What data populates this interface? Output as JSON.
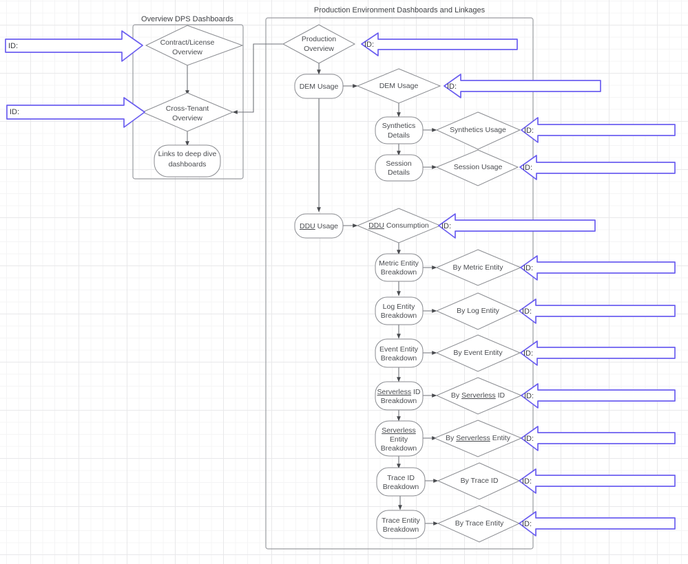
{
  "groups": [
    {
      "id": "overview",
      "title": "Overview DPS Dashboards"
    },
    {
      "id": "production",
      "title": "Production Environment Dashboards and Linkages"
    }
  ],
  "overview_nodes": [
    {
      "id": "contract-license-overview",
      "label_line1": "Contract/License",
      "label_line2": "Overview",
      "shape": "diamond"
    },
    {
      "id": "cross-tenant-overview",
      "label_line1": "Cross-Tenant",
      "label_line2": "Overview",
      "shape": "diamond"
    },
    {
      "id": "links-to-deep-dive-dashboards",
      "label_line1": "Links to deep dive",
      "label_line2": "dashboards",
      "shape": "rounded"
    }
  ],
  "production_nodes": [
    {
      "id": "production-overview",
      "label_line1": "Production",
      "label_line2": "Overview",
      "shape": "diamond"
    },
    {
      "id": "dem-usage-node",
      "label_line1": "DEM Usage",
      "label_line2": "",
      "shape": "rounded"
    },
    {
      "id": "dem-usage-diamond",
      "label_line1": "DEM Usage",
      "label_line2": "",
      "shape": "diamond"
    },
    {
      "id": "synthetics-details",
      "label_line1": "Synthetics",
      "label_line2": "Details",
      "shape": "rounded"
    },
    {
      "id": "synthetics-usage",
      "label_line1": "Synthetics Usage",
      "label_line2": "",
      "shape": "diamond"
    },
    {
      "id": "session-details",
      "label_line1": "Session",
      "label_line2": "Details",
      "shape": "rounded"
    },
    {
      "id": "session-usage",
      "label_line1": "Session Usage",
      "label_line2": "",
      "shape": "diamond"
    },
    {
      "id": "ddu-usage-node",
      "label_line1": "DDU Usage",
      "label_line2": "",
      "shape": "rounded",
      "misspelled": "DDU"
    },
    {
      "id": "ddu-consumption",
      "label_line1": "DDU Consumption",
      "label_line2": "",
      "shape": "diamond",
      "misspelled": "DDU"
    },
    {
      "id": "metric-entity-breakdown",
      "label_line1": "Metric Entity",
      "label_line2": "Breakdown",
      "shape": "rounded"
    },
    {
      "id": "by-metric-entity",
      "label_line1": "By Metric Entity",
      "label_line2": "",
      "shape": "diamond"
    },
    {
      "id": "log-entity-breakdown",
      "label_line1": "Log Entity",
      "label_line2": "Breakdown",
      "shape": "rounded"
    },
    {
      "id": "by-log-entity",
      "label_line1": "By Log Entity",
      "label_line2": "",
      "shape": "diamond"
    },
    {
      "id": "event-entity-breakdown",
      "label_line1": "Event Entity",
      "label_line2": "Breakdown",
      "shape": "rounded"
    },
    {
      "id": "by-event-entity",
      "label_line1": "By Event Entity",
      "label_line2": "",
      "shape": "diamond"
    },
    {
      "id": "serverless-id-breakdown",
      "label_line1": "Serverless ID",
      "label_line2": "Breakdown",
      "shape": "rounded",
      "misspelled": "Serverless"
    },
    {
      "id": "by-serverless-id",
      "label_line1": "By Serverless ID",
      "label_line2": "",
      "shape": "diamond",
      "misspelled": "Serverless"
    },
    {
      "id": "serverless-entity-breakdown",
      "label_line1": "Serverless",
      "label_line2": "Entity",
      "label_line3": "Breakdown",
      "shape": "rounded",
      "misspelled": "Serverless"
    },
    {
      "id": "by-serverless-entity",
      "label_line1": "By Serverless Entity",
      "label_line2": "",
      "shape": "diamond",
      "misspelled": "Serverless"
    },
    {
      "id": "trace-id-breakdown",
      "label_line1": "Trace ID",
      "label_line2": "Breakdown",
      "shape": "rounded"
    },
    {
      "id": "by-trace-id",
      "label_line1": "By Trace ID",
      "label_line2": "",
      "shape": "diamond"
    },
    {
      "id": "trace-entity-breakdown",
      "label_line1": "Trace Entity",
      "label_line2": "Breakdown",
      "shape": "rounded"
    },
    {
      "id": "by-trace-entity",
      "label_line1": "By Trace Entity",
      "label_line2": "",
      "shape": "diamond"
    }
  ],
  "callouts": [
    {
      "id": "callout-contract-license",
      "label": "ID:",
      "direction": "right"
    },
    {
      "id": "callout-cross-tenant",
      "label": "ID:",
      "direction": "right"
    },
    {
      "id": "callout-production-overview",
      "label": "ID:",
      "direction": "left"
    },
    {
      "id": "callout-dem-usage",
      "label": "ID:",
      "direction": "left"
    },
    {
      "id": "callout-synthetics-usage",
      "label": "ID:",
      "direction": "left"
    },
    {
      "id": "callout-session-usage",
      "label": "ID:",
      "direction": "left"
    },
    {
      "id": "callout-ddu-consumption",
      "label": "ID:",
      "direction": "left"
    },
    {
      "id": "callout-by-metric-entity",
      "label": "ID:",
      "direction": "left"
    },
    {
      "id": "callout-by-log-entity",
      "label": "ID:",
      "direction": "left"
    },
    {
      "id": "callout-by-event-entity",
      "label": "ID:",
      "direction": "left"
    },
    {
      "id": "callout-by-serverless-id",
      "label": "ID:",
      "direction": "left"
    },
    {
      "id": "callout-by-serverless-entity",
      "label": "ID:",
      "direction": "left"
    },
    {
      "id": "callout-by-trace-id",
      "label": "ID:",
      "direction": "left"
    },
    {
      "id": "callout-by-trace-entity",
      "label": "ID:",
      "direction": "left"
    }
  ],
  "colors": {
    "callout_stroke": "#6b5ef0",
    "shape_stroke": "#888a8f",
    "connector": "#6f7278",
    "text": "#4a4c50",
    "grid_minor": "#f4f4f5",
    "grid_major": "#e8e8ea",
    "spellcheck": "#e86a6a"
  }
}
